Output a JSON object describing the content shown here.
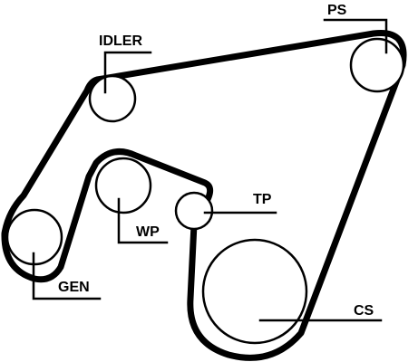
{
  "diagram": {
    "colors": {
      "line": "#000000",
      "background": "#ffffff"
    },
    "labels": {
      "idler": "IDLER",
      "ps": "PS",
      "tp": "TP",
      "wp": "WP",
      "gen": "GEN",
      "cs": "CS"
    }
  }
}
